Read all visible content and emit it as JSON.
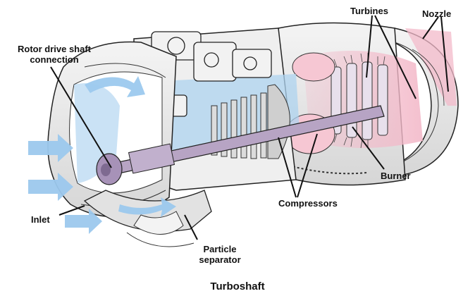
{
  "labels": {
    "turbines": "Turbines",
    "nozzle": "Nozzle",
    "rotor_line1": "Rotor drive shaft",
    "rotor_line2": "connection",
    "burner": "Burner",
    "compressors": "Compressors",
    "inlet": "Inlet",
    "particle_line1": "Particle",
    "particle_line2": "separator"
  },
  "caption": "Turboshaft",
  "colors": {
    "airflow_blue": "#9cc9ee",
    "hot_gas_pink": "#f3b9c9",
    "shaft_purple": "#b7a4c4",
    "line": "#222222"
  }
}
